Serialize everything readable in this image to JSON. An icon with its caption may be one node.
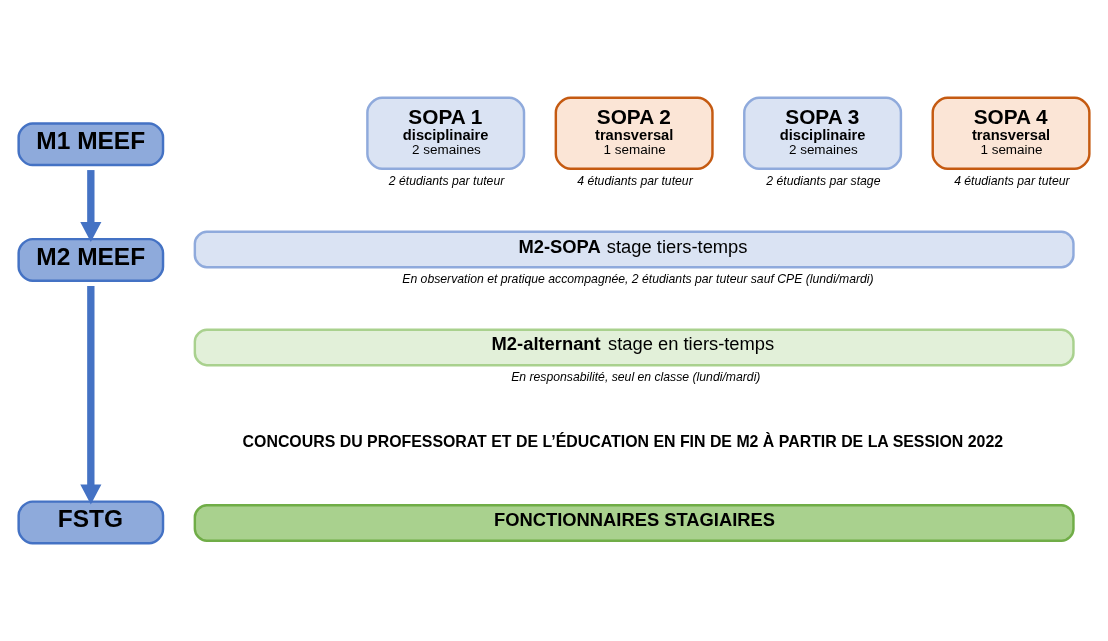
{
  "diagram": {
    "nodes": [
      {
        "text": [
          "M1 MEEF"
        ]
      },
      {
        "text": [
          "SOPA 1",
          "disciplinaire",
          "2 semaines"
        ],
        "beside": [
          "2 étudiants par tuteur"
        ]
      },
      {
        "text": [
          "SOPA 2",
          "transversal",
          "1 semaine"
        ],
        "beside": [
          "4 étudiants par tuteur"
        ]
      },
      {
        "text": [
          "SOPA 3",
          "disciplinaire",
          "2 semaines"
        ],
        "beside": [
          "2 étudiants par stage"
        ]
      },
      {
        "text": [
          "SOPA 4",
          "transversal",
          "1 semaine"
        ],
        "beside": [
          "4 étudiants par tuteur"
        ]
      },
      {
        "text": [
          "M2 MEEF"
        ]
      },
      {
        "text": [
          "**M2-SOPA** stage tiers-temps"
        ],
        "beside": [
          "En observation et pratique accompagnée, 2 étudiants par tuteur sauf CPE (lundi/mardi)"
        ]
      },
      {
        "text": [
          "**M2-alternant** stage en tiers-temps"
        ],
        "beside": [
          "En responsabilité, seul en classe (lundi/mardi)"
        ]
      },
      {
        "text": [
          "FSTG"
        ]
      },
      {
        "text": [
          "FONCTIONNAIRES STAGIAIRES"
        ]
      }
    ],
    "edges": [
      {
        "from": 0,
        "to": 5,
        "arrow": "to"
      },
      {
        "from": 5,
        "to": 8,
        "arrow": "to"
      }
    ],
    "labels": [
      "CONCOURS DU PROFESSORAT ET DE L’ÉDUCATION EN FIN DE M2 À PARTIR DE LA SESSION 2022"
    ]
  }
}
